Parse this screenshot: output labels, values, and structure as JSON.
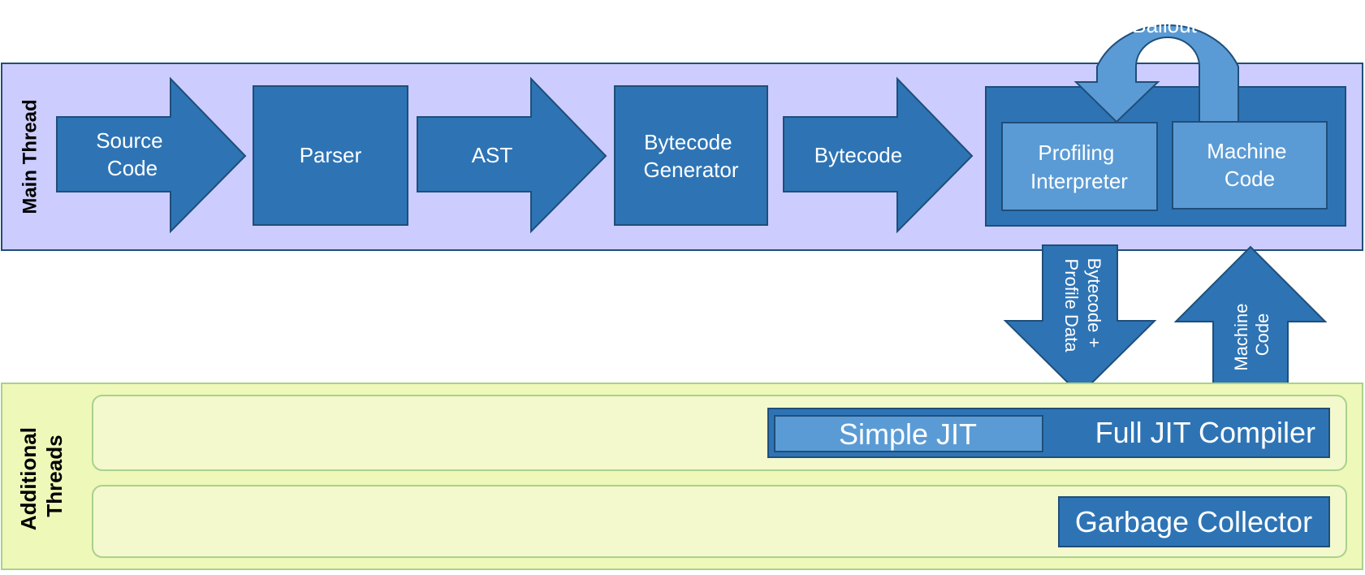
{
  "main_thread": {
    "label": "Main Thread",
    "source_code_line1": "Source",
    "source_code_line2": "Code",
    "parser": "Parser",
    "ast": "AST",
    "bytecode_generator_line1": "Bytecode",
    "bytecode_generator_line2": "Generator",
    "bytecode": "Bytecode",
    "profiling_interpreter_line1": "Profiling",
    "profiling_interpreter_line2": "Interpreter",
    "machine_code_line1": "Machine",
    "machine_code_line2": "Code",
    "bailout": "Bailout"
  },
  "transfers": {
    "down_line1": "Bytecode +",
    "down_line2": "Profile Data",
    "up_line1": "Machine",
    "up_line2": "Code"
  },
  "additional_threads": {
    "label_line1": "Additional",
    "label_line2": "Threads",
    "simple_jit": "Simple JIT",
    "full_jit_compiler": "Full JIT Compiler",
    "garbage_collector": "Garbage Collector"
  },
  "colors": {
    "main_thread_bg": "#ccccff",
    "additional_threads_bg": "#eef8b8",
    "lane_bg": "#f3f9cc",
    "block_dark": "#2e74b5",
    "block_light": "#5b9bd5",
    "border_dark": "#1f4e79",
    "lane_border": "#a9d18e"
  }
}
